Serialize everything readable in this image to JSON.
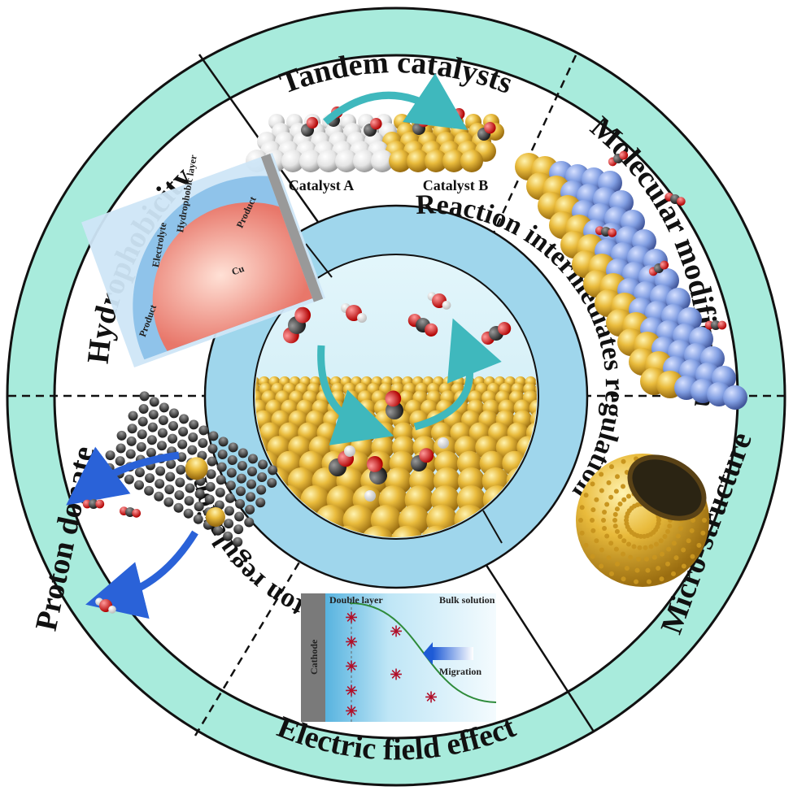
{
  "colors": {
    "outer_ring": "#a8ebdc",
    "inner_ring": "#9fd6ec",
    "gold_atom": "#e6b538",
    "silver_atom": "#f2f2f2",
    "blue_atom": "#7f9be0",
    "carbon": "#3a3a3a",
    "oxygen": "#e02020",
    "hydrogen": "#ffffff",
    "arrow": "#3fb8bd"
  },
  "outer_ring_labels": {
    "top": "Tandem catalysts",
    "top_right": "Molecular modification",
    "bottom_right": "Micro-structure",
    "bottom": "Electric field effect",
    "bottom_left": "Proton donate",
    "top_left": "Hydrophobicity"
  },
  "inner_ring_labels": {
    "right": "Reaction intermediates regulation",
    "left": "Proton regulation"
  },
  "tandem_panel": {
    "catalyst_a": "Catalyst A",
    "catalyst_b": "Catalyst B"
  },
  "hydrophobic_panel": {
    "layer": "Hydrophobic layer",
    "electrolyte": "Electrolyte",
    "metal": "Cu",
    "product_top": "Product",
    "product_bottom": "Product"
  },
  "electric_panel": {
    "double_layer": "Double layer",
    "bulk_solution": "Bulk solution",
    "cathode": "Cathode",
    "migration": "Migration"
  },
  "icons": [
    "gold-atom-slab-icon",
    "co2-molecule-icon",
    "water-molecule-icon",
    "curved-arrow-icon",
    "gold-nanocage-icon"
  ]
}
